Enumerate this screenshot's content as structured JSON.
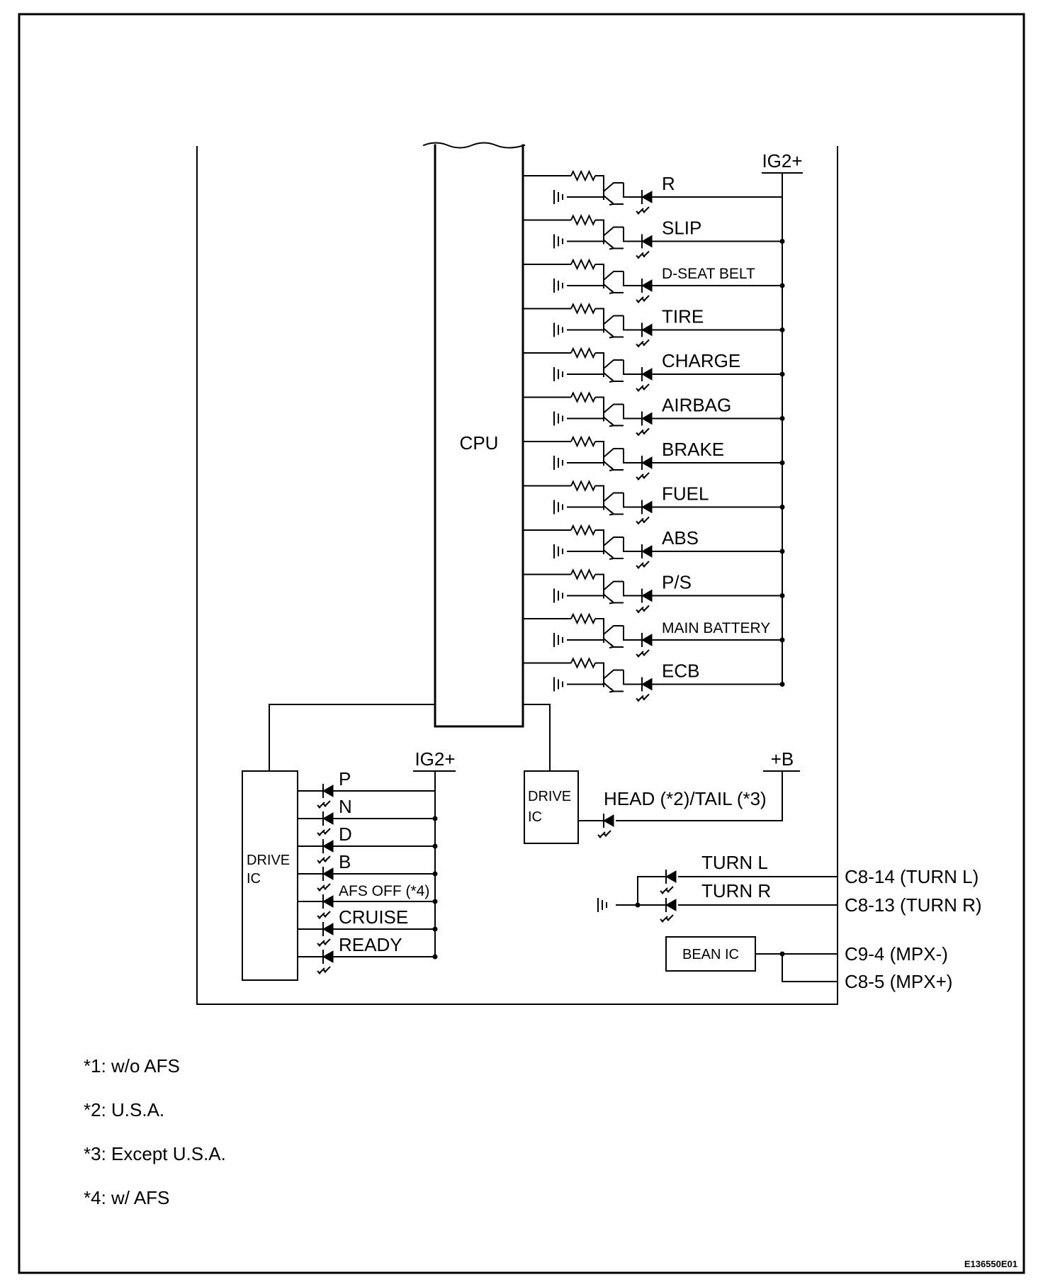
{
  "cpu_label": "CPU",
  "ig2_top_label": "IG2+",
  "indicators": [
    {
      "label": "R"
    },
    {
      "label": "SLIP"
    },
    {
      "label": "D-SEAT BELT",
      "small": true
    },
    {
      "label": "TIRE"
    },
    {
      "label": "CHARGE"
    },
    {
      "label": "AIRBAG"
    },
    {
      "label": "BRAKE"
    },
    {
      "label": "FUEL"
    },
    {
      "label": "ABS"
    },
    {
      "label": "P/S"
    },
    {
      "label": "MAIN BATTERY",
      "small": true
    },
    {
      "label": "ECB"
    }
  ],
  "drive_ic_left": {
    "line1": "DRIVE",
    "line2": "IC"
  },
  "ig2_left_label": "IG2+",
  "shift_indicators": [
    {
      "label": "P"
    },
    {
      "label": "N"
    },
    {
      "label": "D"
    },
    {
      "label": "B"
    },
    {
      "label": "AFS OFF (*4)",
      "small": true
    },
    {
      "label": "CRUISE"
    },
    {
      "label": "READY"
    }
  ],
  "drive_ic_mid": {
    "line1": "DRIVE",
    "line2": "IC"
  },
  "plus_b_label": "+B",
  "head_tail_label": "HEAD (*2)/TAIL (*3)",
  "turn": {
    "left_label": "TURN L",
    "right_label": "TURN R",
    "left_connector": "C8-14 (TURN L)",
    "right_connector": "C8-13 (TURN R)"
  },
  "bean": {
    "label": "BEAN IC",
    "mpx_minus": "C9-4 (MPX-)",
    "mpx_plus": "C8-5 (MPX+)"
  },
  "notes": [
    "*1: w/o AFS",
    "*2: U.S.A.",
    "*3: Except U.S.A.",
    "*4: w/ AFS"
  ],
  "figure_code": "E136550E01"
}
